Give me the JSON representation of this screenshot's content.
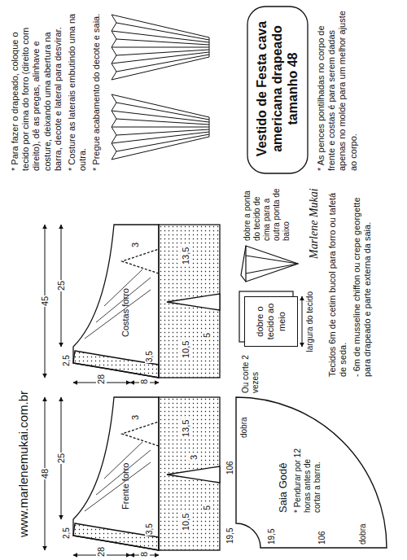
{
  "diagram": {
    "title": "Vestido de Festa cava americana drapeado tamanho 48",
    "nodes": [
      {
        "text": [
          "dobre o tecido ao meio"
        ]
      }
    ],
    "labels": [
      "www.marlenemukai.com.br",
      "48",
      "25",
      "28",
      "8",
      "2,5",
      "3,5",
      "Frente forro",
      "3",
      "3",
      "10,5",
      "13,5",
      "5",
      "45",
      "25",
      "28",
      "8",
      "2,5",
      "3,5",
      "Costas forro",
      "3",
      "10,5",
      "13,5",
      "5",
      "19,5",
      "106",
      "dobra",
      "19,5",
      "106",
      "dobra",
      "Saia Godê",
      "* Pendurar por 12 horas antes de cortar a barra.",
      "Ou corte 2 vezes",
      "largura do tecido",
      "dobre a ponta do tecido de cima para a outra ponta de baixo",
      "Tecidos 6m de cetim bucol para forro ou tafetá de seda.",
      "- 6m de musseline chiffon ou crepe georgette para drapeado e parte externa da saia.",
      "Marlene Mukai",
      "* Para fazer o drapeado, coloque o tecido por cima do forro (direito com direito), dê as pregas, alinhave e costure, deixando uma abertura na barra, decote e lateral para desvirar.",
      "* Costure as laterais embutindo uma na outra.",
      "* Pregue acabamento do decote e saia.",
      "* As pences pontilhadas no corpo de frente e costas é para serem dadas apenas no molde para um melhor ajuste ao corpo."
    ]
  }
}
